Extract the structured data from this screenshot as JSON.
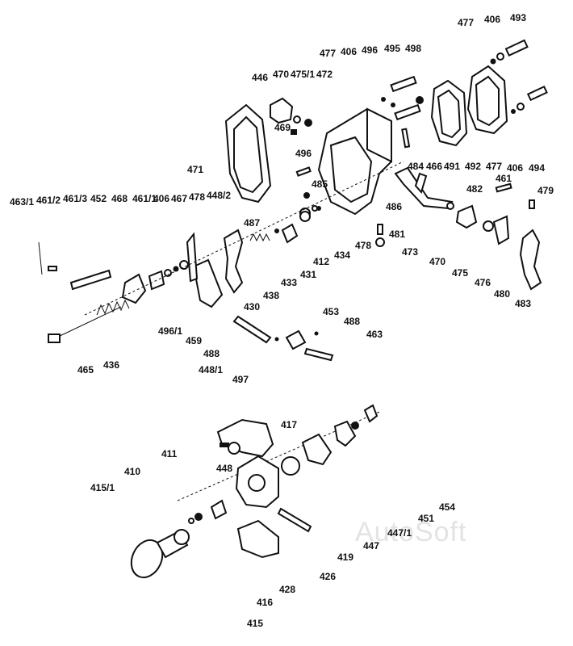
{
  "diagram": {
    "watermark": "AutoSoft",
    "labels": [
      "477",
      "406",
      "493",
      "446",
      "470",
      "475/1",
      "472",
      "477",
      "406",
      "496",
      "495",
      "498",
      "469",
      "496",
      "471",
      "491",
      "492",
      "477",
      "406",
      "494",
      "466",
      "484",
      "461",
      "482",
      "485",
      "479",
      "463/1",
      "461/2",
      "461/3",
      "452",
      "468",
      "461/1",
      "406",
      "467",
      "478",
      "448/2",
      "487",
      "486",
      "481",
      "473",
      "470",
      "475",
      "476",
      "480",
      "412",
      "434",
      "478",
      "433",
      "431",
      "438",
      "430",
      "496/1",
      "459",
      "483",
      "453",
      "488",
      "463",
      "488",
      "448/1",
      "497",
      "465",
      "436",
      "417",
      "454",
      "448",
      "411",
      "451",
      "410",
      "447/1",
      "415/1",
      "447",
      "419",
      "426",
      "428",
      "416",
      "415"
    ]
  }
}
